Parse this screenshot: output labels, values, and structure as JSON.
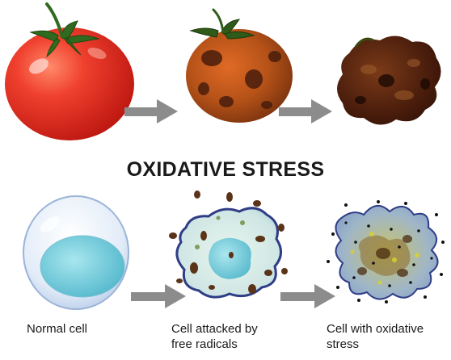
{
  "title": "OXIDATIVE STRESS",
  "captions": {
    "normal": [
      "Normal cell"
    ],
    "attacked": [
      "Cell attacked by",
      "free radicals"
    ],
    "stressed": [
      "Cell with oxidative",
      "stress"
    ]
  },
  "colors": {
    "arrow": "#8c8c8c",
    "tomato_fresh": "#e8322a",
    "tomato_decaying": "#b55a18",
    "tomato_rotten": "#4a1d0c",
    "stem": "#2f6a1f",
    "cell_membrane": "#2f3d86",
    "cell_fill": "#dbe8f5",
    "nucleus": "#5ec2d2",
    "radical": "#5a3318"
  }
}
